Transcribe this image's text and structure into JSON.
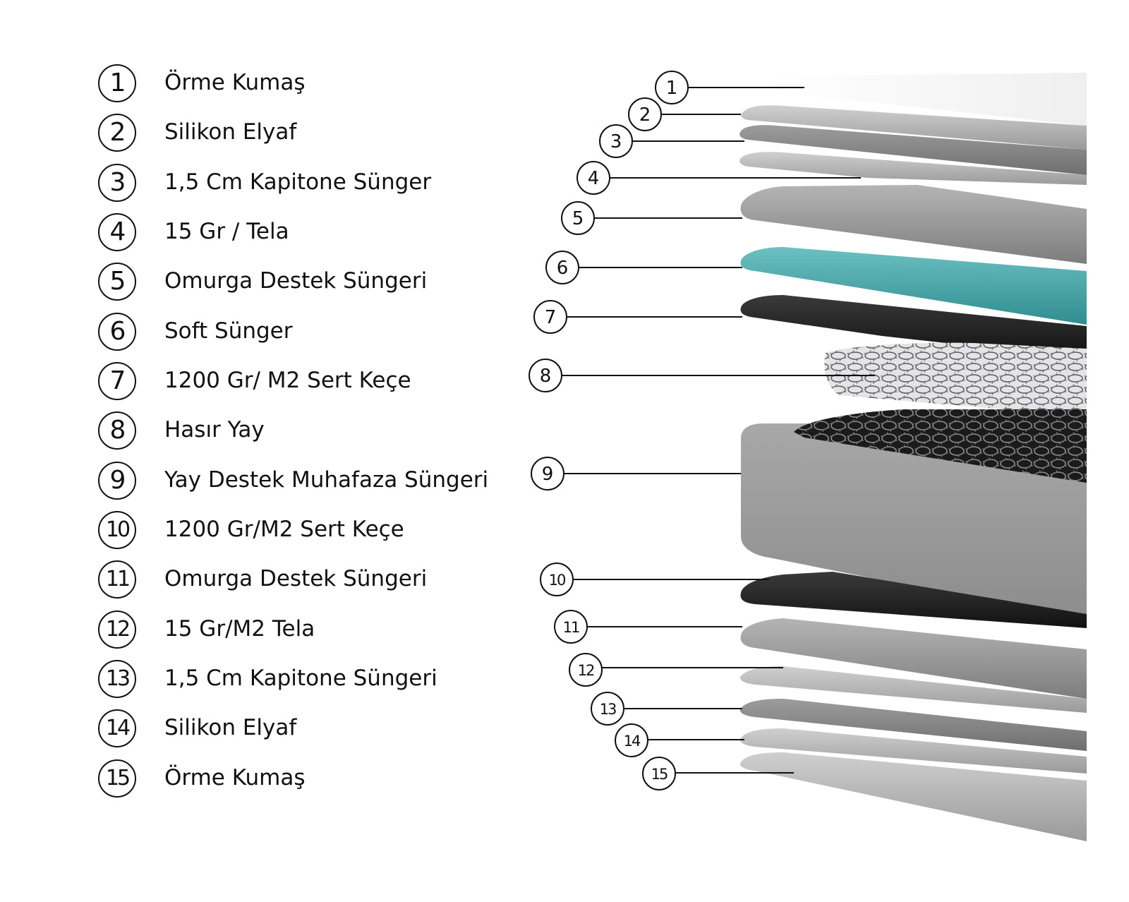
{
  "layers": [
    {
      "number": "1",
      "label": "Örme Kumaş"
    },
    {
      "number": "2",
      "label": "Silikon Elyaf"
    },
    {
      "number": "3",
      "label": "1,5 Cm Kapitone Sünger"
    },
    {
      "number": "4",
      "label": "15 Gr / Tela"
    },
    {
      "number": "5",
      "label": "Omurga Destek Süngeri"
    },
    {
      "number": "6",
      "label": "Soft Sünger"
    },
    {
      "number": "7",
      "label": "1200 Gr/ M2 Sert Keçe"
    },
    {
      "number": "8",
      "label": "Hasır Yay"
    },
    {
      "number": "9",
      "label": "Yay Destek Muhafaza Süngeri"
    },
    {
      "number": "10",
      "label": "1200 Gr/M2 Sert Keçe"
    },
    {
      "number": "11",
      "label": "Omurga Destek Süngeri"
    },
    {
      "number": "12",
      "label": "15 Gr/M2 Tela"
    },
    {
      "number": "13",
      "label": "1,5 Cm Kapitone Süngeri"
    },
    {
      "number": "14",
      "label": "Silikon Elyaf"
    },
    {
      "number": "15",
      "label": "Örme Kumaş"
    }
  ],
  "colors": {
    "outline": "#111111",
    "soft_foam_accent": "#4fa9ab",
    "felt_dark": "#2a2a2a",
    "foam_grey": "#9a9a9a",
    "light_layer": "#e2e2e2"
  }
}
